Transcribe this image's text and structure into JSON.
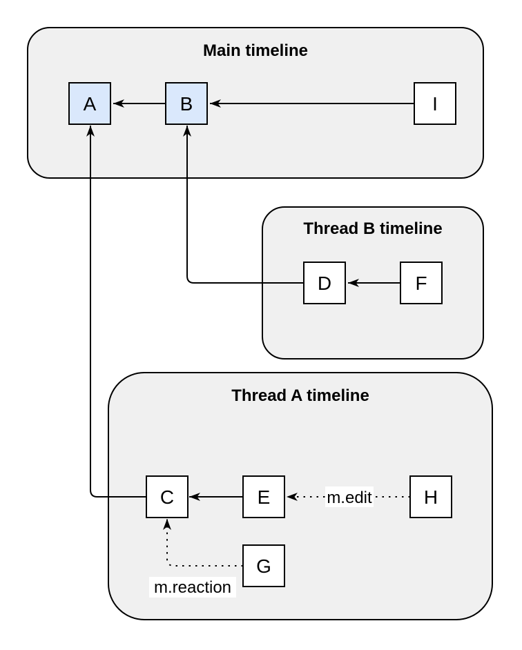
{
  "diagram": {
    "containers": [
      {
        "id": "main",
        "title": "Main timeline"
      },
      {
        "id": "thread-b",
        "title": "Thread B timeline"
      },
      {
        "id": "thread-a",
        "title": "Thread A timeline"
      }
    ],
    "nodes": [
      {
        "id": "A",
        "label": "A",
        "highlighted": true
      },
      {
        "id": "B",
        "label": "B",
        "highlighted": true
      },
      {
        "id": "I",
        "label": "I",
        "highlighted": false
      },
      {
        "id": "D",
        "label": "D",
        "highlighted": false
      },
      {
        "id": "F",
        "label": "F",
        "highlighted": false
      },
      {
        "id": "C",
        "label": "C",
        "highlighted": false
      },
      {
        "id": "E",
        "label": "E",
        "highlighted": false
      },
      {
        "id": "H",
        "label": "H",
        "highlighted": false
      },
      {
        "id": "G",
        "label": "G",
        "highlighted": false
      }
    ],
    "edges": [
      {
        "from": "B",
        "to": "A",
        "style": "solid",
        "label": ""
      },
      {
        "from": "I",
        "to": "B",
        "style": "solid",
        "label": ""
      },
      {
        "from": "F",
        "to": "D",
        "style": "solid",
        "label": ""
      },
      {
        "from": "E",
        "to": "C",
        "style": "solid",
        "label": ""
      },
      {
        "from": "D",
        "to": "B",
        "style": "solid",
        "label": ""
      },
      {
        "from": "C",
        "to": "A",
        "style": "solid",
        "label": ""
      },
      {
        "from": "H",
        "to": "E",
        "style": "dotted",
        "label": "m.edit"
      },
      {
        "from": "G",
        "to": "C",
        "style": "dotted",
        "label": "m.reaction"
      }
    ],
    "colors": {
      "node_highlight_fill": "#dae8fc",
      "node_default_fill": "#ffffff",
      "container_fill": "#f0f0f0",
      "stroke": "#000000",
      "background": "#ffffff"
    }
  }
}
